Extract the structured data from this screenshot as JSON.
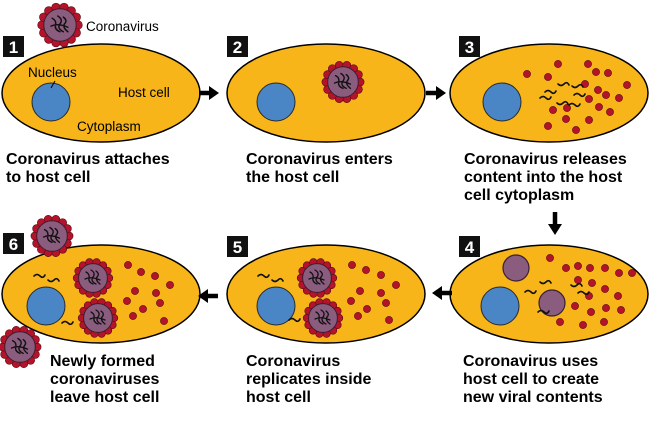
{
  "colors": {
    "cell_fill": "#F7B519",
    "cell_stroke": "#000000",
    "nucleus_fill": "#4A86C5",
    "virus_body": "#8A5C7E",
    "virus_spike": "#B4132A",
    "particle": "#B4132A",
    "badge": "#111111"
  },
  "labels": {
    "coronavirus": "Coronavirus",
    "nucleus": "Nucleus",
    "host_cell": "Host cell",
    "cytoplasm": "Cytoplasm"
  },
  "steps": [
    {
      "number": "1",
      "caption": [
        "Coronavirus attaches",
        "to host cell"
      ]
    },
    {
      "number": "2",
      "caption": [
        "Coronavirus enters",
        "the host cell"
      ]
    },
    {
      "number": "3",
      "caption": [
        "Coronavirus releases",
        "content into the host",
        "cell cytoplasm"
      ]
    },
    {
      "number": "4",
      "caption": [
        "Coronavirus uses",
        "host cell to create",
        "new viral contents"
      ]
    },
    {
      "number": "5",
      "caption": [
        "Coronavirus",
        "replicates inside",
        "host cell"
      ]
    },
    {
      "number": "6",
      "caption": [
        "Newly formed",
        "coronaviruses",
        "leave host cell"
      ]
    }
  ],
  "arrows": [
    {
      "from": "1",
      "to": "2",
      "icon": "arrow-right-icon"
    },
    {
      "from": "2",
      "to": "3",
      "icon": "arrow-right-icon"
    },
    {
      "from": "3",
      "to": "4",
      "icon": "arrow-down-icon"
    },
    {
      "from": "4",
      "to": "5",
      "icon": "arrow-left-icon"
    },
    {
      "from": "5",
      "to": "6",
      "icon": "arrow-left-icon"
    }
  ]
}
